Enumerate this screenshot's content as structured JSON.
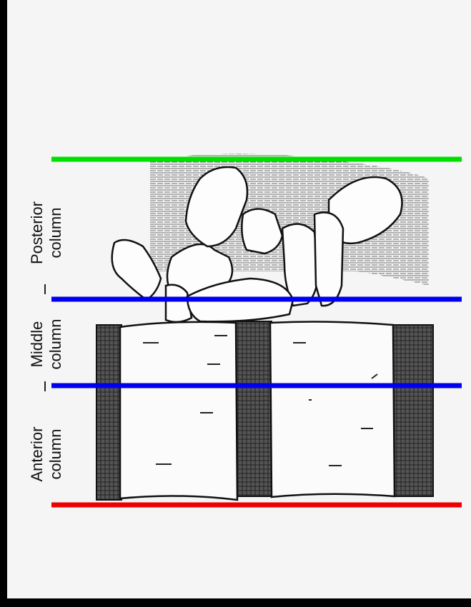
{
  "labels": {
    "posterior": {
      "line1": "Posterior",
      "line2": "column"
    },
    "middle": {
      "line1": "Middle",
      "line2": "column"
    },
    "anterior": {
      "line1": "Anterior",
      "line2": "column"
    }
  },
  "lines": {
    "posterior_boundary_color": "#00e000",
    "column_divider_color": "#0000ee",
    "anterior_boundary_color": "#ee0000"
  }
}
